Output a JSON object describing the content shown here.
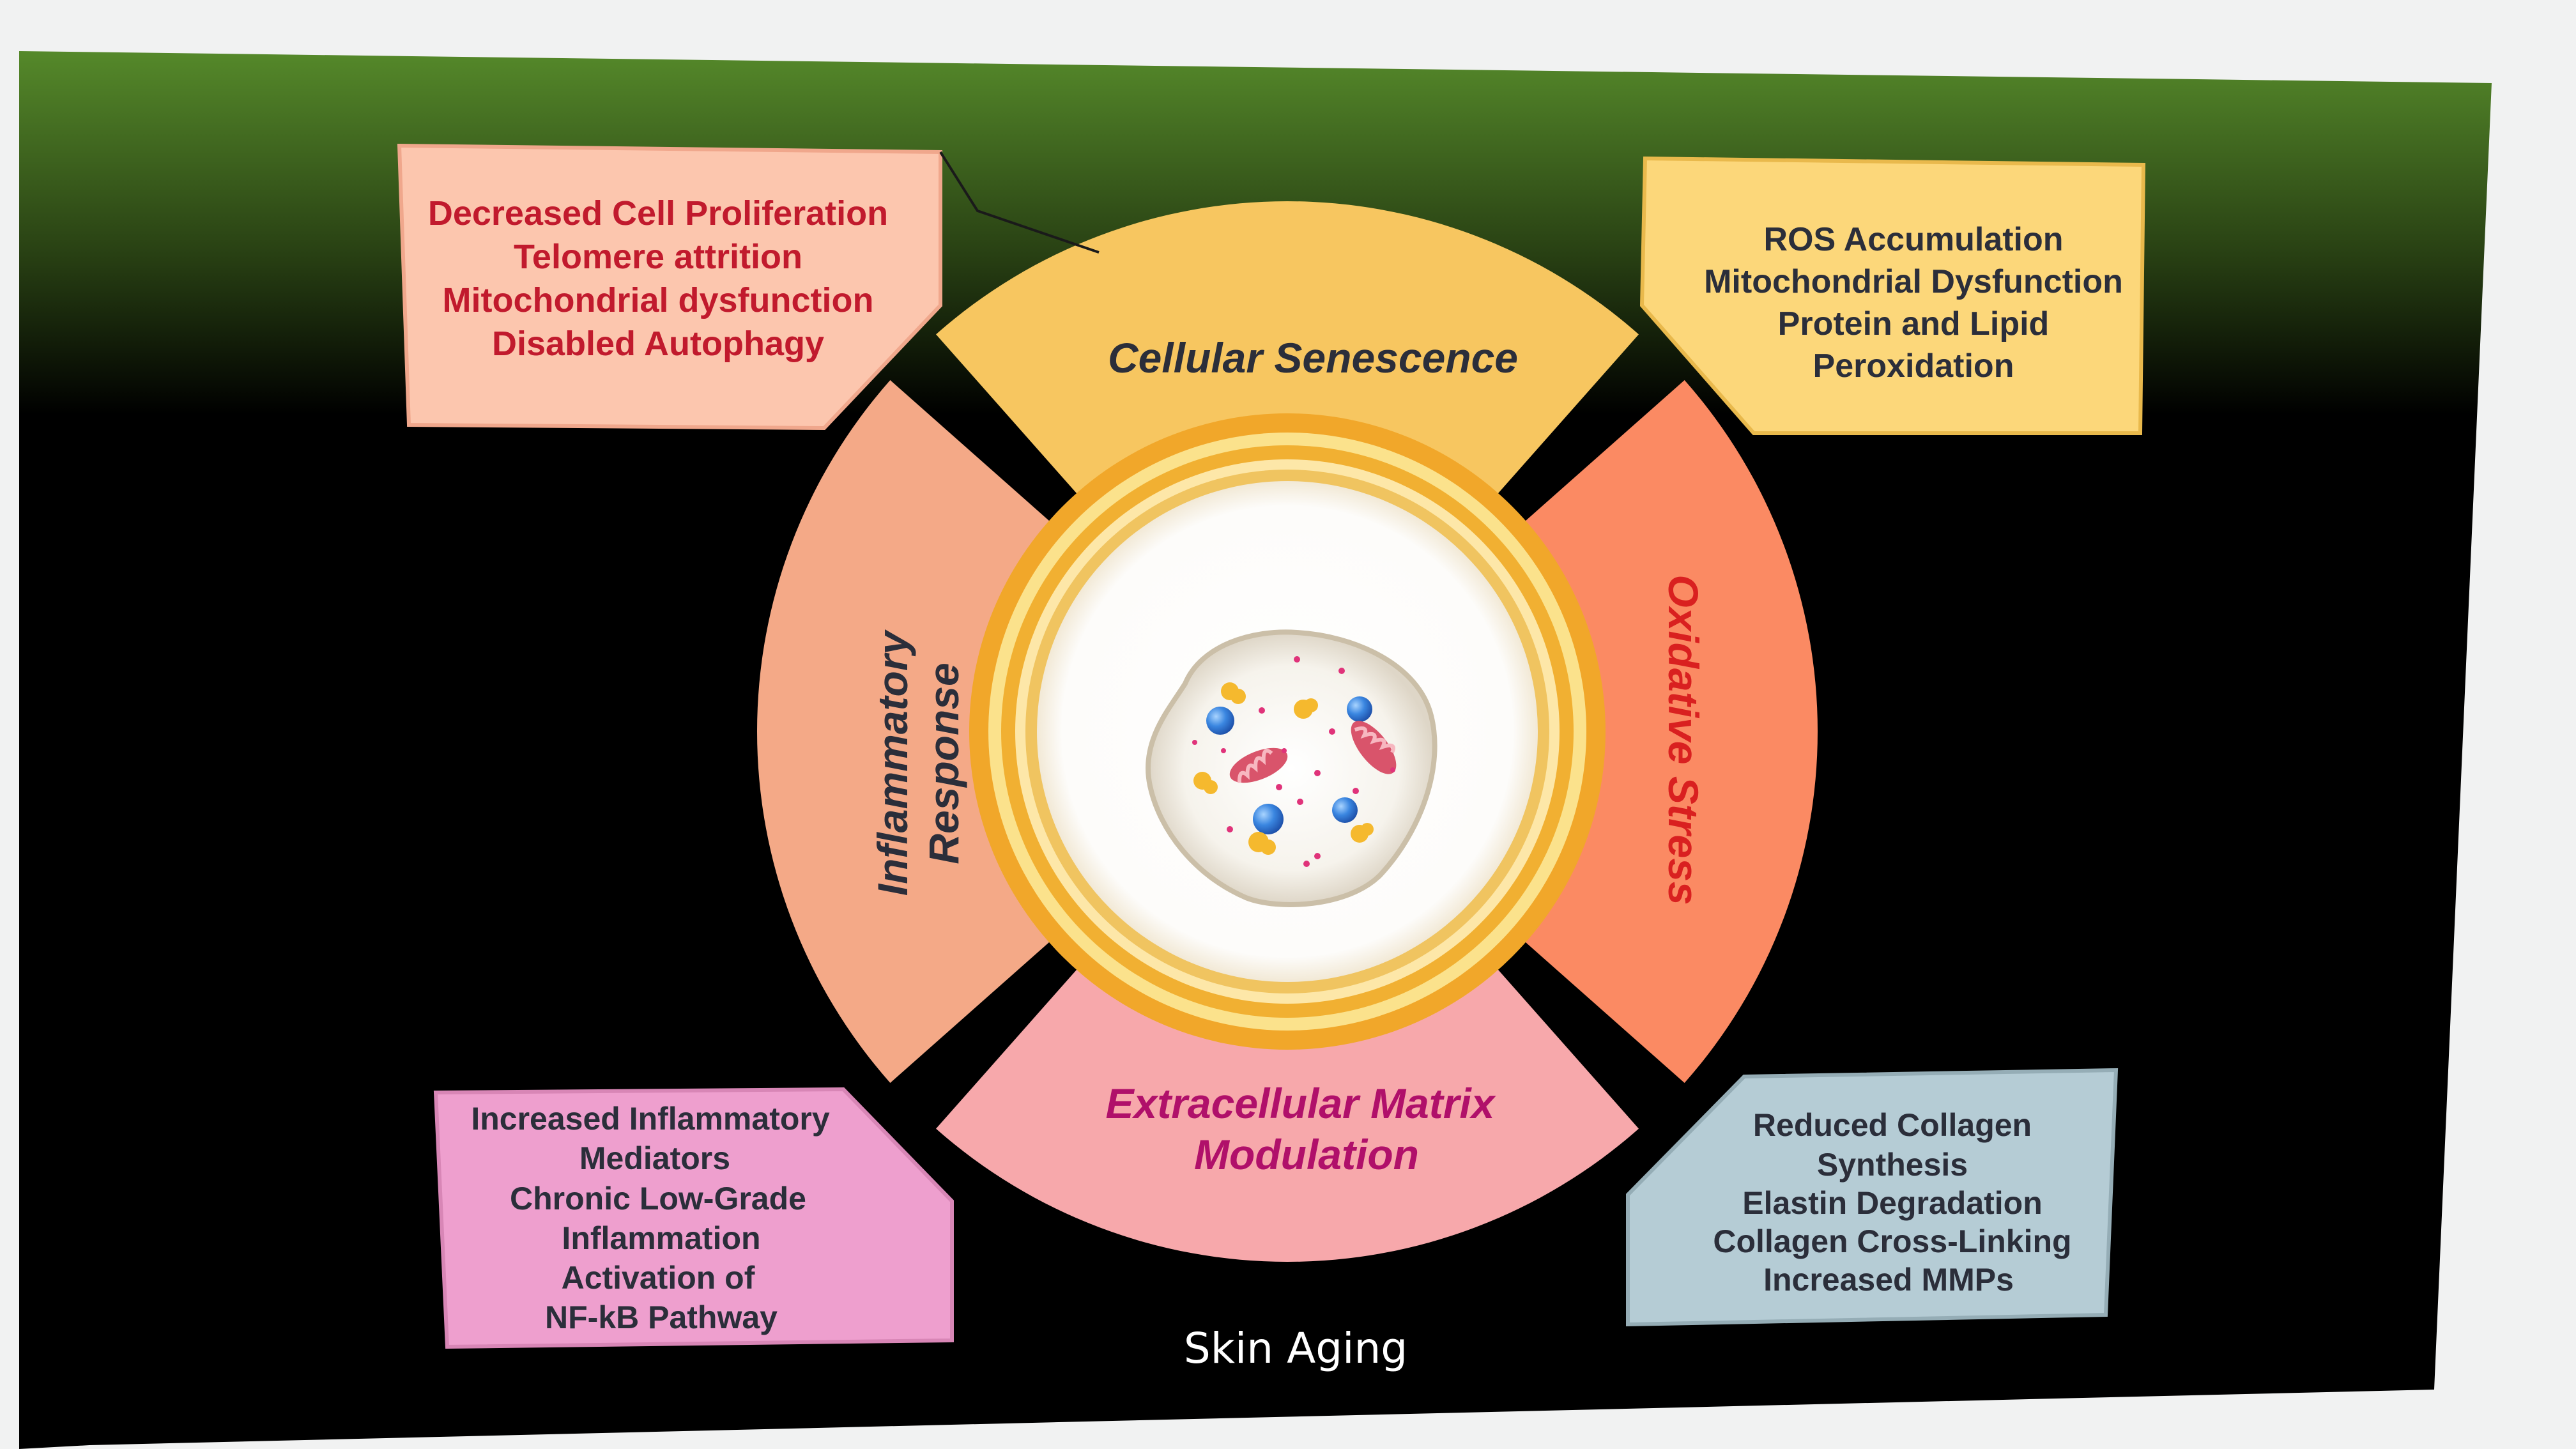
{
  "diagram": {
    "center_label": "Skin Aging",
    "segments": {
      "cellular_senescence": "Cellular Senescence",
      "oxidative_stress": "Oxidative Stress",
      "extracellular_matrix": [
        "Extracellular Matrix",
        "Modulation"
      ],
      "inflammatory_response": [
        "Inflammatory",
        "Response"
      ]
    },
    "boxes": {
      "top_left": [
        "Decreased Cell Proliferation",
        "Telomere attrition",
        "Mitochondrial dysfunction",
        "Disabled Autophagy"
      ],
      "top_right": [
        "ROS Accumulation",
        "Mitochondrial Dysfunction",
        "Protein and Lipid",
        "Peroxidation"
      ],
      "bottom_left": [
        "Increased Inflammatory",
        "Mediators",
        "Chronic Low-Grade",
        "Inflammation",
        "Activation of",
        "NF-kB Pathway"
      ],
      "bottom_right": [
        "Reduced Collagen",
        "Synthesis",
        "Elastin Degradation",
        "Collagen Cross-Linking",
        "Increased MMPs"
      ]
    },
    "colors": {
      "senescence": "#f7c660",
      "oxidative": "#fb8a63",
      "ecm": "#f7a8ab",
      "inflammatory": "#f4a987",
      "box_top_left": "#fcc6ae",
      "box_top_right": "#fcd77a",
      "box_bottom_left": "#ee9fce",
      "box_bottom_right": "#b5ccd5",
      "text_red": "#c11a2d",
      "text_magenta": "#b0106a",
      "text_dark": "#2b2e3a"
    }
  }
}
